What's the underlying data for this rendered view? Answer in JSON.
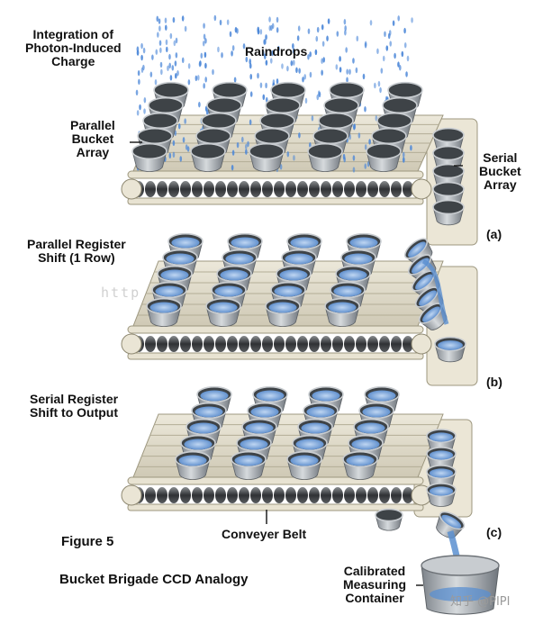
{
  "labels": {
    "integration": [
      "Integration of",
      "Photon-Induced",
      "Charge"
    ],
    "raindrops": "Raindrops",
    "parallel_array": [
      "Parallel",
      "Bucket",
      "Array"
    ],
    "serial_array": [
      "Serial",
      "Bucket",
      "Array"
    ],
    "parallel_shift": [
      "Parallel Register",
      "Shift (1 Row)"
    ],
    "serial_shift": [
      "Serial Register",
      "Shift to Output"
    ],
    "conveyer_belt": "Conveyer Belt",
    "calibrated": [
      "Calibrated",
      "Measuring",
      "Container"
    ],
    "panel_a": "(a)",
    "panel_b": "(b)",
    "panel_c": "(c)",
    "figure": "Figure 5",
    "caption": "Bucket Brigade CCD Analogy"
  },
  "watermark": {
    "url": "http",
    "credit": "知乎 @PIPI"
  },
  "colors": {
    "bucket_rim": "#c9cdd1",
    "bucket_body": "#9aa0a6",
    "water": "#5a8fd0",
    "belt": "#e4dfcf",
    "roller": "#3d3f42",
    "rain": "#4a86d8"
  }
}
